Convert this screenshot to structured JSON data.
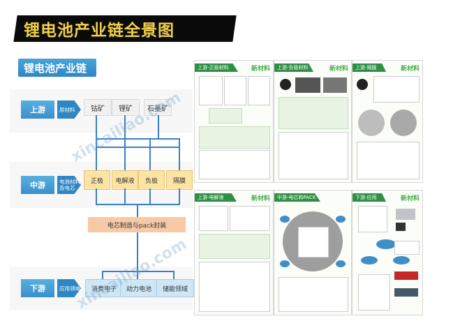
{
  "title": "锂电池产业链全景图",
  "subtitle": "锂电池产业链",
  "stages": {
    "upstream": {
      "label": "上游",
      "category": "原材料"
    },
    "midstream": {
      "label": "中游",
      "category": "电池材料及电芯"
    },
    "downstream": {
      "label": "下游",
      "category": "应用领域"
    }
  },
  "raw_materials": [
    "钴矿",
    "锂矿",
    "石墨矿"
  ],
  "materials": [
    "正极",
    "电解液",
    "负极",
    "隔膜"
  ],
  "pack": "电芯制造与pack封装",
  "applications": [
    "消费电子",
    "动力电池",
    "储能领域"
  ],
  "watermark": "xincailiao.com",
  "panels": [
    {
      "title": "上游-正极材料",
      "brand": "新材料"
    },
    {
      "title": "上游-负极材料",
      "brand": "新材料"
    },
    {
      "title": "上游-隔膜",
      "brand": "新材料"
    },
    {
      "title": "上游-电解液",
      "brand": "新材料"
    },
    {
      "title": "中游-电芯和PACK",
      "brand": ""
    },
    {
      "title": "下游-应用",
      "brand": "新材料"
    }
  ],
  "colors": {
    "title_bg": "#0a0a0a",
    "title_text": "#f2d04a",
    "accent_blue": "#2f86c4",
    "panel_green": "#2f8f46",
    "material_yellow": "#fde4a5",
    "pack_orange": "#f8c9a6",
    "app_blue": "#cfe6f5"
  }
}
